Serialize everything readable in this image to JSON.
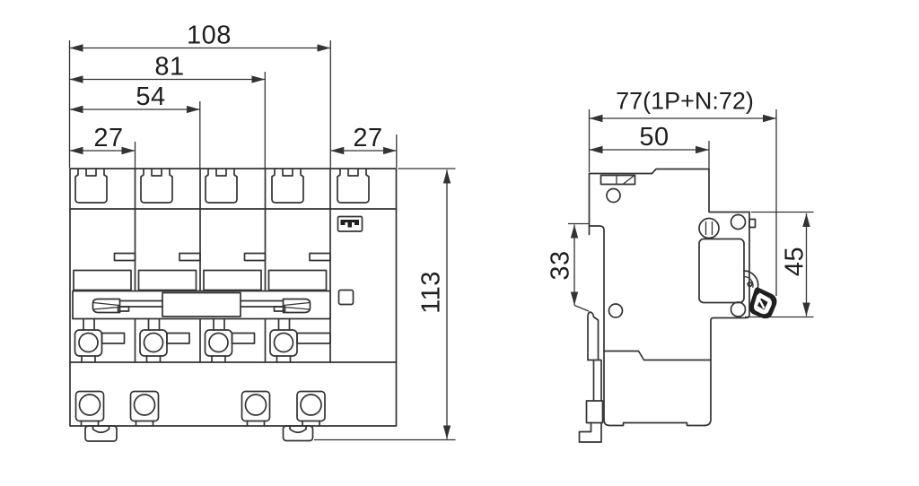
{
  "drawing": {
    "type": "technical-dimension-drawing",
    "subject": "4-pole circuit breaker with residual current device, front and side views"
  },
  "front_view": {
    "dimensions": {
      "width_total": "108",
      "width_three_modules": "81",
      "width_two_modules": "54",
      "width_one_module": "27",
      "width_aux_module": "27",
      "height_total": "113"
    }
  },
  "side_view": {
    "dimensions": {
      "depth_total": "77(1P+N:72)",
      "depth_body": "50",
      "din_clip_span": "33",
      "front_face_height": "45"
    }
  },
  "colors": {
    "background": "#ffffff",
    "line": "#333333",
    "text": "#1e1e1e",
    "dark_fill": "#1f1f1f"
  }
}
